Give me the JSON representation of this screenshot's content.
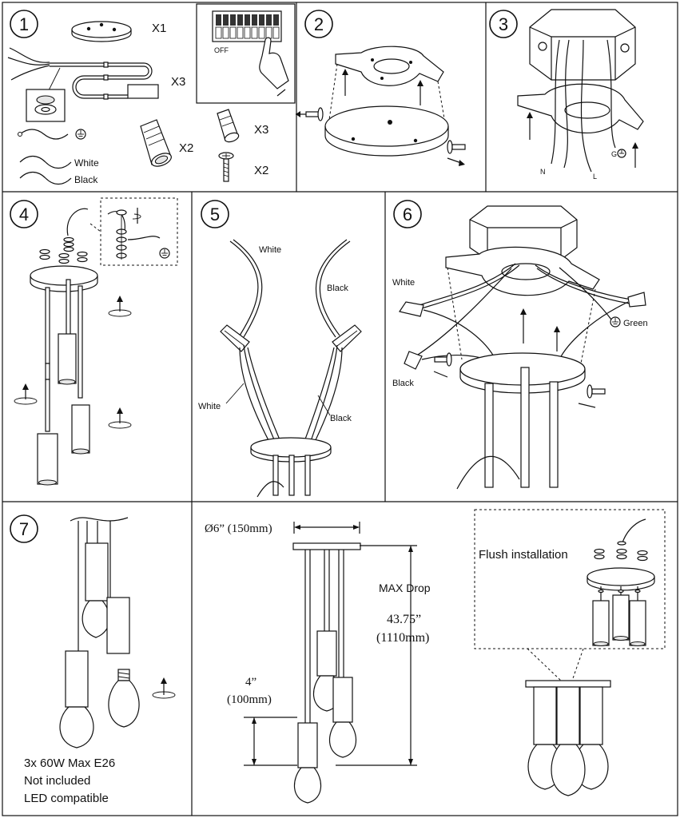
{
  "steps": {
    "s1": {
      "number": "1",
      "qty_canopy": "X1",
      "qty_pendants": "X3",
      "qty_large_connectors": "X2",
      "qty_small_connectors": "X3",
      "qty_screws": "X2",
      "switch_label": "OFF",
      "wire_white": "White",
      "wire_black": "Black"
    },
    "s2": {
      "number": "2"
    },
    "s3": {
      "number": "3",
      "label_n": "N",
      "label_l": "L",
      "label_g": "G"
    },
    "s4": {
      "number": "4"
    },
    "s5": {
      "number": "5",
      "white_top": "White",
      "black_top": "Black",
      "white_bottom": "White",
      "black_bottom": "Black"
    },
    "s6": {
      "number": "6",
      "white": "White",
      "black": "Black",
      "green": "Green"
    },
    "s7": {
      "number": "7",
      "note1": "3x 60W Max E26",
      "note2": "Not included",
      "note3": "LED compatible"
    }
  },
  "dimensions": {
    "canopy_diameter": "Ø6” (150mm)",
    "max_drop_label": "MAX Drop",
    "max_drop_in": "43.75”",
    "max_drop_mm": "(1110mm)",
    "min_len_in": "4”",
    "min_len_mm": "(100mm)",
    "flush_label": "Flush installation"
  }
}
